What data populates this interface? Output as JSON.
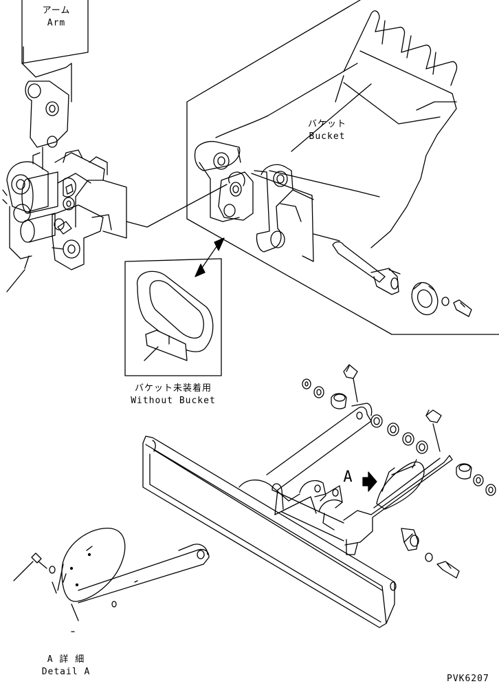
{
  "labels": {
    "arm_jp": "アーム",
    "arm_en": "Arm",
    "bucket_jp": "バケット",
    "bucket_en": "Bucket",
    "without_bucket_jp": "バケット未装着用",
    "without_bucket_en": "Without Bucket",
    "view_marker": "A",
    "detail_jp": "A 詳 細",
    "detail_en": "Detail A",
    "drawing_code": "PVK6207"
  }
}
